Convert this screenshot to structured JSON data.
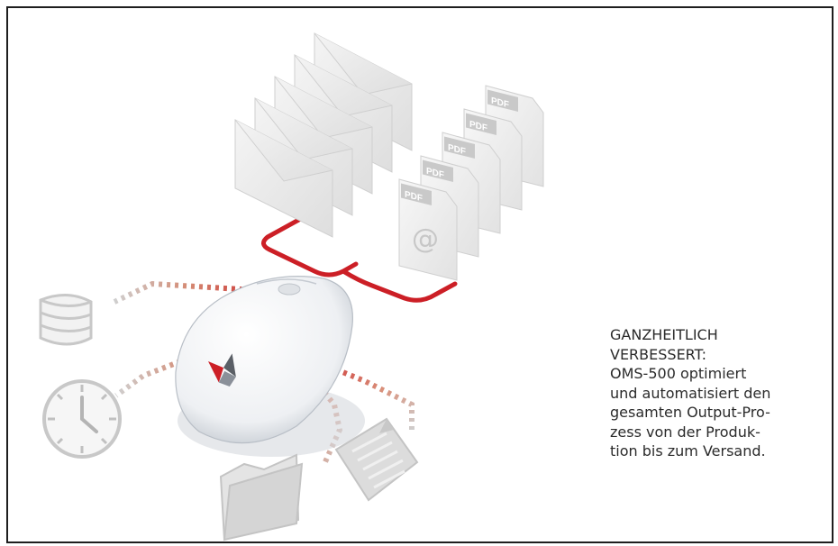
{
  "caption": {
    "lines": [
      "GANZHEITLICH",
      "VERBESSERT:",
      "OMS-500 optimiert",
      "und automatisiert den",
      "gesamten Output-Pro-",
      "zess von der Produk-",
      "tion bis zum Versand."
    ]
  },
  "pdf_label": "PDF",
  "email_symbol": "@",
  "icons": [
    "envelope-stack-icon",
    "pdf-document-icon",
    "computer-mouse-icon",
    "database-icon",
    "clock-icon",
    "folder-icon",
    "document-icon"
  ],
  "colors": {
    "accent_red": "#cc1f26",
    "icon_gray": "#cfcfcf",
    "frame": "#1e1e1e",
    "text": "#2b2b2b"
  }
}
